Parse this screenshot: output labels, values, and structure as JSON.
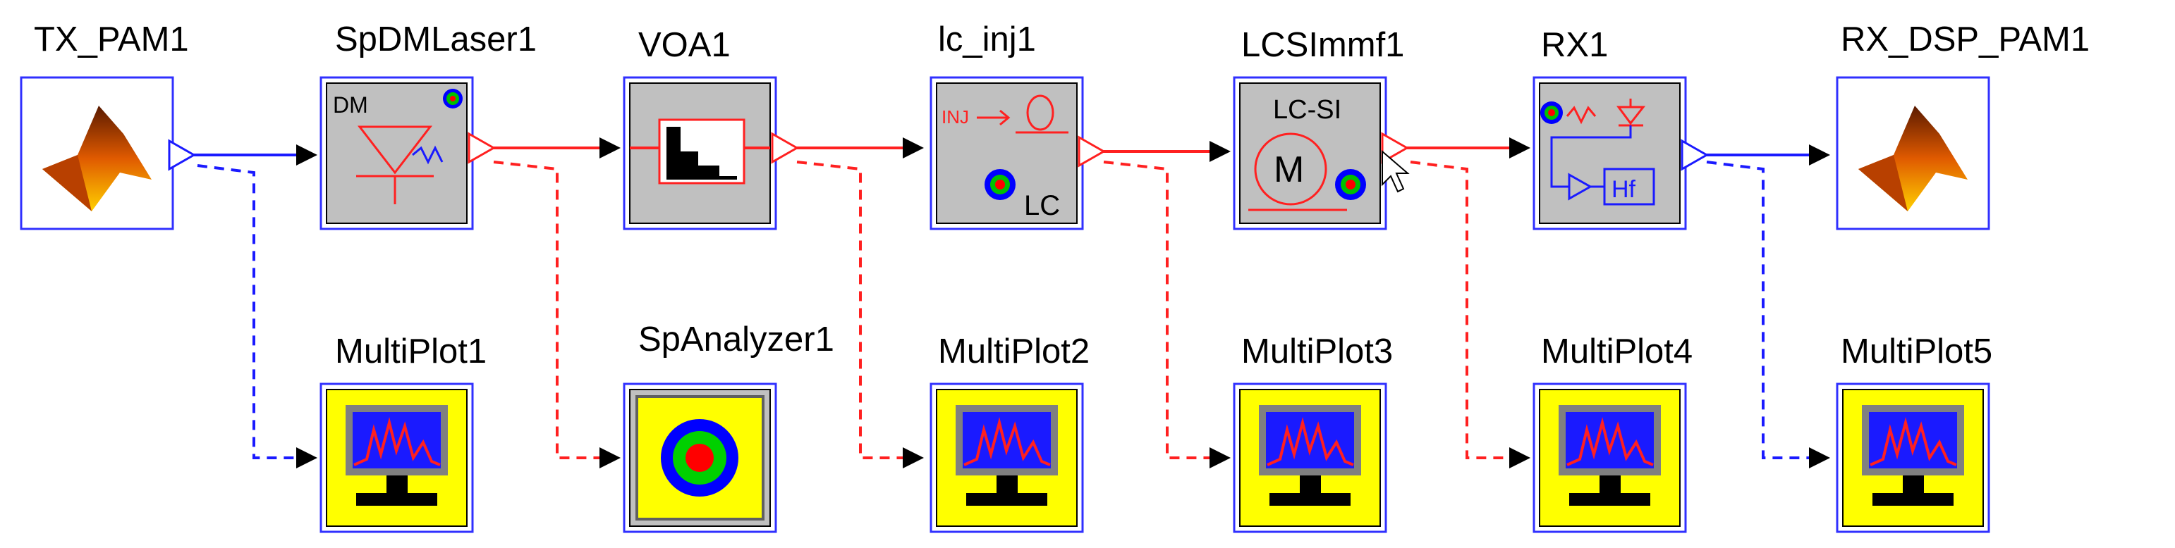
{
  "blocks": {
    "tx": {
      "name": "TX_PAM1",
      "icon": "matlab-icon"
    },
    "laser": {
      "name": "SpDMLaser1",
      "icon": "dm-laser-icon",
      "inner_text": "DM"
    },
    "voa": {
      "name": "VOA1",
      "icon": "attenuator-icon"
    },
    "inj": {
      "name": "lc_inj1",
      "icon": "injector-icon",
      "inner_text": "INJ",
      "sub_text": "LC"
    },
    "fiber": {
      "name": "LCSImmf1",
      "icon": "multimode-fiber-icon",
      "inner_text": "LC-SI",
      "mode_text": "M"
    },
    "rx": {
      "name": "RX1",
      "icon": "receiver-icon",
      "filter_text": "Hf"
    },
    "rxdsp": {
      "name": "RX_DSP_PAM1",
      "icon": "matlab-icon"
    },
    "mp1": {
      "name": "MultiPlot1",
      "icon": "multiplot-icon"
    },
    "spa": {
      "name": "SpAnalyzer1",
      "icon": "spectrum-analyzer-icon"
    },
    "mp2": {
      "name": "MultiPlot2",
      "icon": "multiplot-icon"
    },
    "mp3": {
      "name": "MultiPlot3",
      "icon": "multiplot-icon"
    },
    "mp4": {
      "name": "MultiPlot4",
      "icon": "multiplot-icon"
    },
    "mp5": {
      "name": "MultiPlot5",
      "icon": "multiplot-icon"
    }
  },
  "colors": {
    "electrical": "#1a1aff",
    "optical": "#ff2020",
    "block_border": "#3030ff",
    "block_fill": "#c0c0c0",
    "monitor_fill": "#ffff00"
  }
}
